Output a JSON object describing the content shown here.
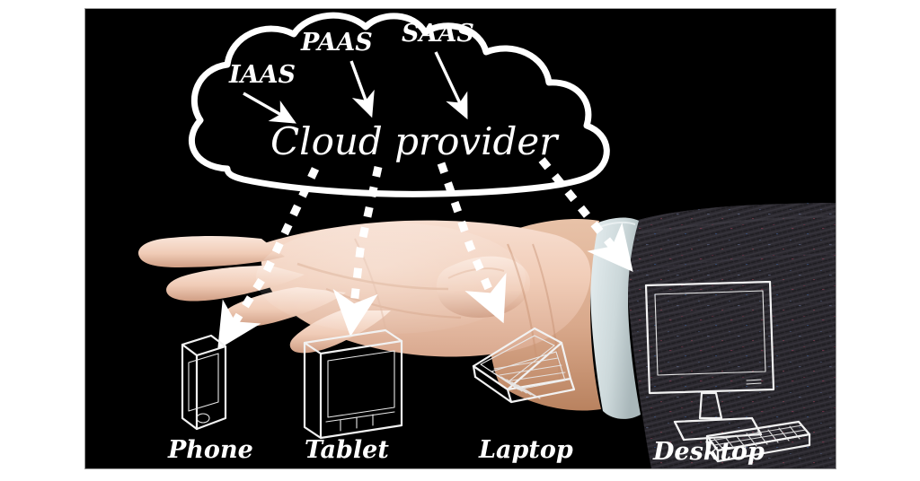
{
  "panel": {
    "background_color": "#000000",
    "page_background_color": "#ffffff"
  },
  "cloud": {
    "center_label": "Cloud provider",
    "service_models": [
      {
        "id": "iaas",
        "label": "IAAS"
      },
      {
        "id": "paas",
        "label": "PAAS"
      },
      {
        "id": "saas",
        "label": "SAAS"
      }
    ]
  },
  "devices": [
    {
      "id": "phone",
      "label": "Phone",
      "icon": "smartphone-icon"
    },
    {
      "id": "tablet",
      "label": "Tablet",
      "icon": "tablet-icon"
    },
    {
      "id": "laptop",
      "label": "Laptop",
      "icon": "laptop-icon"
    },
    {
      "id": "desktop",
      "label": "Desktop",
      "icon": "desktop-monitor-icon"
    }
  ],
  "photo_elements": {
    "hand": "open-palm-hand",
    "cuff": "white-shirt-cuff",
    "sleeve": "dark-charcoal-suit-sleeve"
  },
  "colors": {
    "ink": "#ffffff",
    "backdrop": "#000000",
    "skin_light": "#f3d5c2",
    "skin_mid": "#e8bda6",
    "skin_shadow": "#c99madd",
    "cuff": "#d8e2e4",
    "sleeve": "#2b2a2e"
  }
}
